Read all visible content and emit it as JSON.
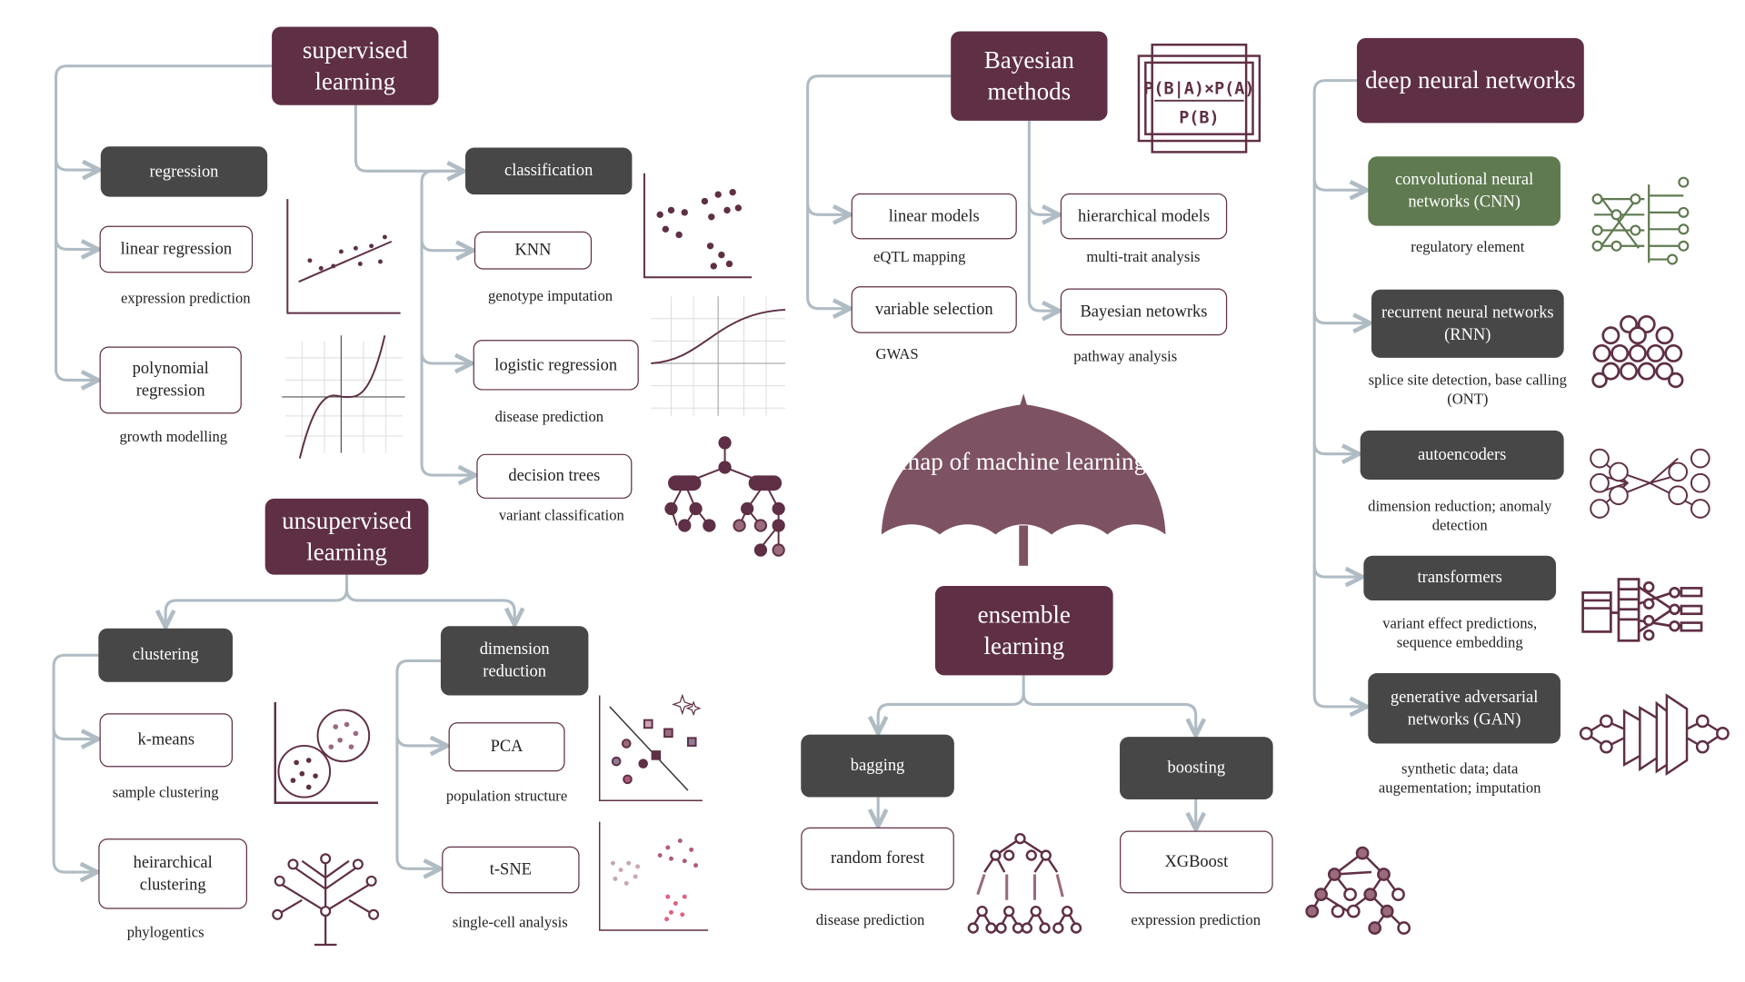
{
  "title": "map of machine learning",
  "colors": {
    "primary": "#5f2f45",
    "secondary": "#474747",
    "cnn": "#5f7a50",
    "connector": "#b0bcc4",
    "umbrella": "#7d5262"
  },
  "nodes": {
    "supervised": {
      "label": "supervised learning"
    },
    "regression": {
      "label": "regression"
    },
    "linreg": {
      "label": "linear regression",
      "caption": "expression prediction"
    },
    "polyreg": {
      "label": "polynomial regression",
      "caption": "growth modelling"
    },
    "classification": {
      "label": "classification"
    },
    "knn": {
      "label": "KNN",
      "caption": "genotype imputation"
    },
    "logreg": {
      "label": "logistic regression",
      "caption": "disease prediction"
    },
    "dtrees": {
      "label": "decision trees",
      "caption": "variant classification"
    },
    "unsupervised": {
      "label": "unsupervised learning"
    },
    "clustering": {
      "label": "clustering"
    },
    "kmeans": {
      "label": "k-means",
      "caption": "sample clustering"
    },
    "hclust": {
      "label": "heirarchical clustering",
      "caption": "phylogentics"
    },
    "dimred": {
      "label": "dimension reduction"
    },
    "pca": {
      "label": "PCA",
      "caption": "population structure"
    },
    "tsne": {
      "label": "t-SNE",
      "caption": "single-cell analysis"
    },
    "bayes": {
      "label": "Bayesian methods"
    },
    "linmod": {
      "label": "linear models",
      "caption": "eQTL mapping"
    },
    "hiermod": {
      "label": "hierarchical models",
      "caption": "multi-trait analysis"
    },
    "varsel": {
      "label": "variable selection",
      "caption": "GWAS"
    },
    "bnet": {
      "label": "Bayesian netowrks",
      "caption": "pathway analysis"
    },
    "ensemble": {
      "label": "ensemble learning"
    },
    "bagging": {
      "label": "bagging"
    },
    "rf": {
      "label": "random forest",
      "caption": "disease prediction"
    },
    "boosting": {
      "label": "boosting"
    },
    "xgb": {
      "label": "XGBoost",
      "caption": "expression prediction"
    },
    "dnn": {
      "label": "deep neural networks"
    },
    "cnn": {
      "label": "convolutional neural networks (CNN)",
      "caption": "regulatory element"
    },
    "rnn": {
      "label": "recurrent neural networks (RNN)",
      "caption": "splice site detection, base calling (ONT)"
    },
    "ae": {
      "label": "autoencoders",
      "caption": "dimension reduction; anomaly detection"
    },
    "transformers": {
      "label": "transformers",
      "caption": "variant effect predictions, sequence embedding"
    },
    "gan": {
      "label": "generative adversarial networks (GAN)",
      "caption": "synthetic data; data augementation; imputation"
    }
  },
  "formula": {
    "numerator": "P(B|A)×P(A)",
    "denominator": "P(B)"
  },
  "icons": [
    "scatter-regression-icon",
    "polynomial-curve-icon",
    "cluster-scatter-icon",
    "sigmoid-curve-icon",
    "decision-tree-icon",
    "kmeans-icon",
    "phylogenetic-tree-icon",
    "pca-icon",
    "tsne-icon",
    "bayes-formula-icon",
    "umbrella-icon",
    "random-forest-icon",
    "boosting-tree-icon",
    "cnn-icon",
    "rnn-icon",
    "autoencoder-icon",
    "transformer-icon",
    "gan-icon"
  ]
}
